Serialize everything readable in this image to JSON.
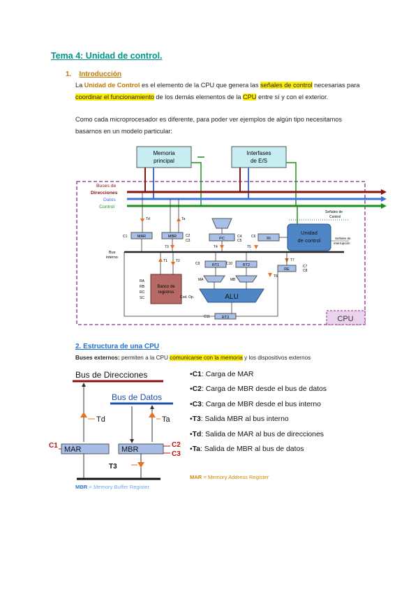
{
  "title": "Tema 4: Unidad de control.",
  "section1": {
    "number": "1.",
    "heading": "Introducción",
    "p1": {
      "t1": "La ",
      "h1": "Unidad de Control",
      "t2": " es el elemento de la CPU que genera las ",
      "h2": "señales de control",
      "t3": " necesarias para ",
      "h3": "coordinar el funcionamiento",
      "t4": " de los demás elementos de la ",
      "h4": "CPU",
      "t5": " entre sí y con el exterior."
    },
    "p2": "Como cada microprocesador es diferente, para poder ver ejemplos de algún tipo necesitamos basarnos en un modelo particular:"
  },
  "diagram1": {
    "memoria": [
      "Memoria",
      "principal"
    ],
    "interfases": [
      "Interfases",
      "de E/S"
    ],
    "buses_de": "Buses de",
    "direcciones": "Direcciones",
    "datos": "Datos",
    "control": "Control",
    "td": "Td",
    "ta": "Ta",
    "c1": "C1",
    "mar": "MAR",
    "mbr": "MBR",
    "c2": "C2",
    "c3": "C3",
    "t3": "T3",
    "pc": "PC",
    "c4": "C4",
    "c5": "C5",
    "t4": "T4",
    "c6": "C6",
    "ri": "RI",
    "t5": "T5",
    "uc": [
      "Unidad",
      "de control"
    ],
    "senales": [
      "Señales de",
      "Control"
    ],
    "interr": [
      "Señales de",
      "interrupción"
    ],
    "bus_interno": [
      "Bus",
      "interno"
    ],
    "banco": [
      "Banco de",
      "registros"
    ],
    "ra": "RA",
    "rb": "RB",
    "rc": "RC",
    "sc": "SC",
    "t1": "T1",
    "t2": "T2",
    "rt1": "RT1",
    "rt2": "RT2",
    "c9": "C9",
    "c10": "C10",
    "c7": "C7",
    "c8": "C8",
    "re": "RE",
    "t6": "T6",
    "ma": "MA",
    "mb": "MB",
    "alu": "ALU",
    "codop": "Cod. Op.",
    "c11": "C11",
    "rt3": "RT3",
    "cpu": "CPU",
    "colors": {
      "direcciones": "#8b1010",
      "datos": "#3c6fe0",
      "control": "#1a8f1a",
      "frame": "#8a2a8a"
    }
  },
  "section2": {
    "heading": "2. Estructura de una CPU",
    "bext_bold": "Buses externos:",
    "bext_t1": " permiten a la CPU ",
    "bext_hl": "comunicarse con la memoria",
    "bext_t2": " y los dispositivos externos"
  },
  "diagram2": {
    "bus_dir": "Bus de Direcciones",
    "bus_datos": "Bus de Datos",
    "td": "Td",
    "ta": "Ta",
    "c1": "C1",
    "mar": "MAR",
    "mbr": "MBR",
    "c2": "C2",
    "c3": "C3",
    "t3": "T3"
  },
  "signals": [
    {
      "code": "C1",
      "text": ": Carga de MAR"
    },
    {
      "code": "C2",
      "text": ": Carga de MBR desde el bus de datos"
    },
    {
      "code": "C3",
      "text": ": Carga de MBR desde el bus interno"
    },
    {
      "code": "T3",
      "text": ": Salida MBR al bus interno"
    },
    {
      "code": "Td",
      "text": ": Salida de MAR al bus de direcciones"
    },
    {
      "code": "Ta",
      "text": ": Salida de MBR al bus de datos"
    }
  ],
  "notes": {
    "mar_abbr": "MAR",
    "mar_text": " = Memory Address Register",
    "mbr_abbr": "MBR",
    "mbr_text": " = Memory Buffer Register"
  }
}
